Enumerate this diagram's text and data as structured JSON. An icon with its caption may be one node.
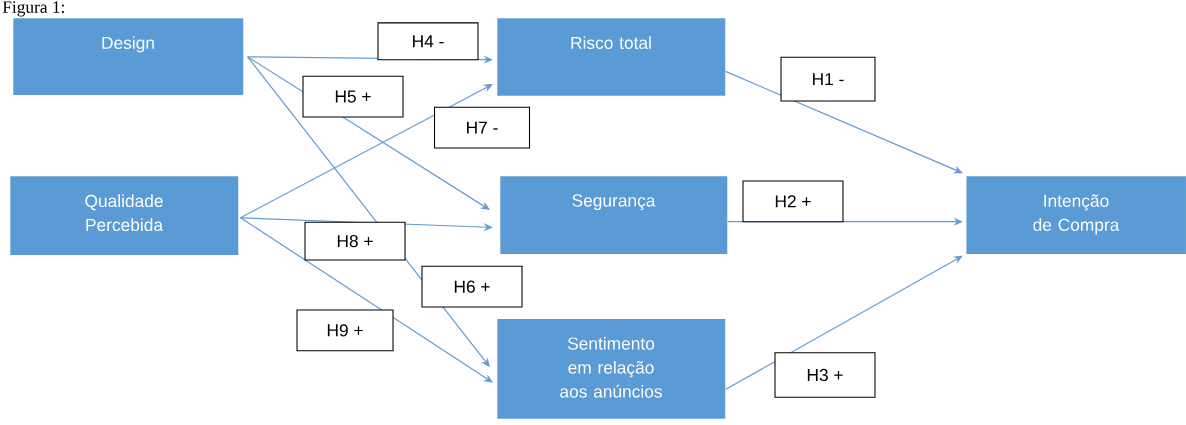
{
  "diagram": {
    "title": "Figura 1:",
    "nodes": [
      {
        "text": [
          "Design"
        ]
      },
      {
        "text": [
          "Risco total"
        ]
      },
      {
        "text": [
          "Qualidade Percebida"
        ]
      },
      {
        "text": [
          "Segurança"
        ]
      },
      {
        "text": [
          "Intenção de Compra"
        ]
      },
      {
        "text": [
          "Sentimento em relação aos anúncios"
        ]
      }
    ],
    "edges": [
      {
        "from": 0,
        "to": 1,
        "arrow": "to",
        "label": "H4 -"
      },
      {
        "from": 0,
        "to": 3,
        "arrow": "to",
        "label": "H5 +"
      },
      {
        "from": 0,
        "to": 5,
        "arrow": "to",
        "label": "H6 +"
      },
      {
        "from": 2,
        "to": 1,
        "arrow": "to",
        "label": "H7 -"
      },
      {
        "from": 2,
        "to": 3,
        "arrow": "to",
        "label": "H8 +"
      },
      {
        "from": 2,
        "to": 5,
        "arrow": "to",
        "label": "H9 +"
      },
      {
        "from": 1,
        "to": 4,
        "arrow": "to",
        "label": "H1 -"
      },
      {
        "from": 3,
        "to": 4,
        "arrow": "to",
        "label": "H2 +"
      },
      {
        "from": 5,
        "to": 4,
        "arrow": "to",
        "label": "H3 +"
      }
    ]
  }
}
